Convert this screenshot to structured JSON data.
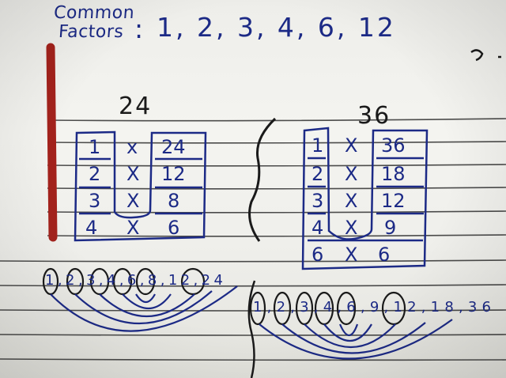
{
  "header": {
    "label_line1": "Common",
    "label_line2": "Factors",
    "colon": ":",
    "factors": "1, 2, 3, 4, 6, 12"
  },
  "left": {
    "number": "24",
    "rows": [
      {
        "a": "1",
        "x": "x",
        "b": "24"
      },
      {
        "a": "2",
        "x": "X",
        "b": "12"
      },
      {
        "a": "3",
        "x": "X",
        "b": "8"
      },
      {
        "a": "4",
        "x": "X",
        "b": "6"
      }
    ],
    "sequence": "1,2,3,4,6,8,12,24"
  },
  "right": {
    "number": "36",
    "rows": [
      {
        "a": "1",
        "x": "X",
        "b": "36"
      },
      {
        "a": "2",
        "x": "X",
        "b": "18"
      },
      {
        "a": "3",
        "x": "X",
        "b": "12"
      },
      {
        "a": "4",
        "x": "X",
        "b": "9"
      },
      {
        "a": "6",
        "x": "X",
        "b": "6"
      }
    ],
    "sequence": "1,2,3,4,6,9,12,18,36"
  },
  "colors": {
    "ink_blue": "#1c2a86",
    "ink_black": "#1a1a1a",
    "rule_line": "#2a2a2a",
    "red_margin": "#a3221c",
    "paper": "#f2f2ee"
  }
}
